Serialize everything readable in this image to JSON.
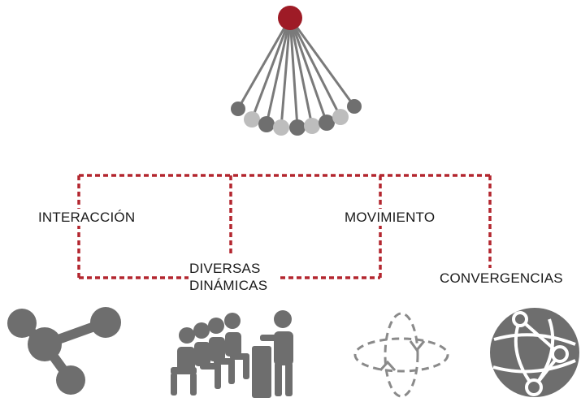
{
  "labels": {
    "interaccion": "INTERACCIÓN",
    "movimiento": "MOVIMIENTO",
    "diversas_line1": "DIVERSAS",
    "diversas_line2": "DINÁMICAS",
    "convergencias": "CONVERGENCIAS"
  },
  "colors": {
    "accent_red": "#9e1b26",
    "connector_red": "#b3262f",
    "icon_gray": "#6e6e6e",
    "ball_dark": "#6f6f6f",
    "ball_light": "#bdbdbd",
    "line_gray": "#7a7a7a"
  },
  "icons": {
    "top": "pendulum-icon",
    "bottom": [
      "molecule-icon",
      "meeting-group-icon",
      "rotation-icon",
      "network-globe-icon"
    ]
  }
}
